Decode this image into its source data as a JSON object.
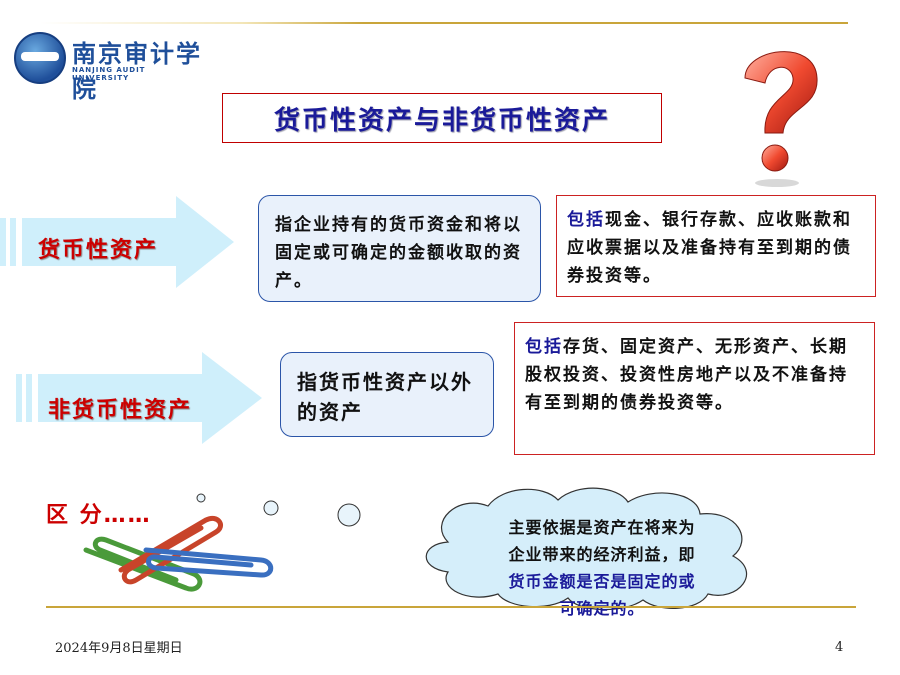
{
  "header": {
    "university_name_cn": "南京审计学院",
    "university_name_en": "NANJING AUDIT UNIVERSITY"
  },
  "slide": {
    "title": "货币性资产与非货币性资产",
    "monetary": {
      "label": "货币性资产",
      "definition": "指企业持有的货币资金和将以固定或可确定的金额收取的资产。",
      "includes_prefix": "包括",
      "includes_text": "现金、银行存款、应收账款和应收票据以及准备持有至到期的债券投资等。"
    },
    "non_monetary": {
      "label": "非货币性资产",
      "definition": "指货币性资产以外的资产",
      "includes_prefix": "包括",
      "includes_text": "存货、固定资产、无形资产、长期股权投资、投资性房地产以及不准备持有至到期的债券投资等。"
    },
    "distinguish_label": "区 分……",
    "bubble": {
      "line1": "主要依据是资产在将来为",
      "line2": "企业带来的经济利益，即",
      "line3": "货币金额是否是固定的或",
      "line4": "可确定的。"
    }
  },
  "footer": {
    "date": "2024年9月8日星期日",
    "page_number": "4"
  },
  "colors": {
    "title_text": "#1a1a99",
    "label_red": "#cc0000",
    "arrow_fill": "#cfeffb",
    "rule_gold": "#c9a53a"
  }
}
